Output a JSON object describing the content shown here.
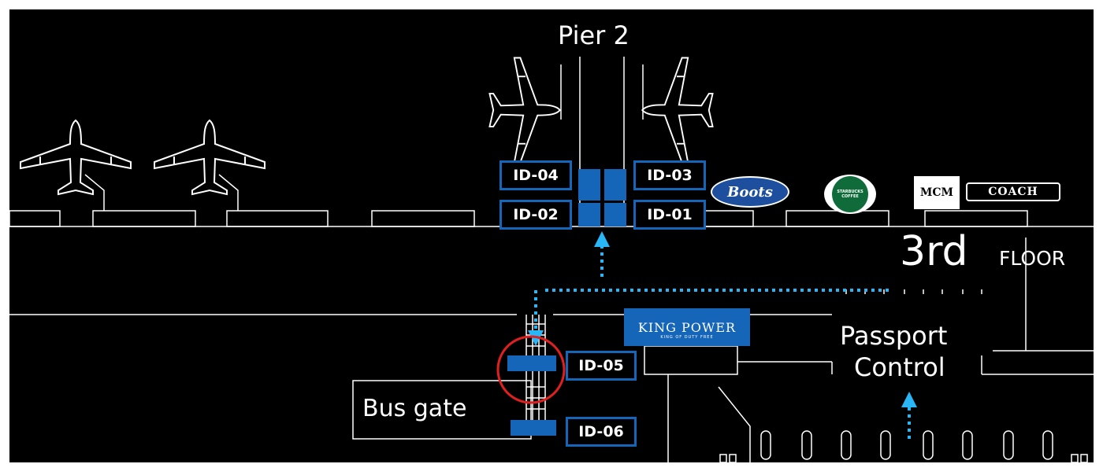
{
  "map": {
    "pier_label": "Pier 2",
    "floor": {
      "number": "3rd",
      "word": "FLOOR"
    },
    "gates": {
      "id01": "ID-01",
      "id02": "ID-02",
      "id03": "ID-03",
      "id04": "ID-04",
      "id05": "ID-05",
      "id06": "ID-06"
    },
    "bus_gate": "Bus gate",
    "passport_control": {
      "line1": "Passport",
      "line2": "Control"
    },
    "stores": {
      "boots": "Boots",
      "starbucks": "STARBUCKS COFFEE",
      "mcm": "MCM",
      "coach": "COACH",
      "king_power": "KING POWER",
      "king_power_tagline": "KING OF DUTY FREE"
    },
    "colors": {
      "background": "#000000",
      "line": "#ffffff",
      "gate_blue": "#1565b8",
      "route_arrow": "#29b6f6",
      "highlight_circle": "#e02020"
    },
    "icons": [
      "airplane-icon",
      "dotted-route-arrow",
      "highlight-circle"
    ]
  }
}
